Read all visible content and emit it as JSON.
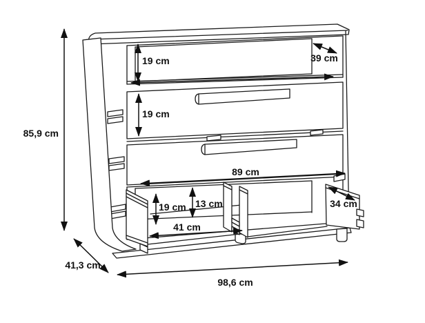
{
  "diagram": {
    "type": "furniture-dimension-drawing",
    "subject": "chest-of-drawers with open shelf, two closed drawers and two open bottom drawers",
    "unit": "cm",
    "colors": {
      "background": "#ffffff",
      "line": "#1a1a1a",
      "text": "#111111"
    },
    "labels": {
      "overall_height": "85,9 cm",
      "overall_depth": "41,3 cm",
      "overall_width": "98,6 cm",
      "niche_height": "19 cm",
      "niche_depth": "39 cm",
      "top_drawer_front_height": "19 cm",
      "interior_width": "89 cm",
      "bottom_drawer_front_height": "19 cm",
      "bottom_inner_height": "13 cm",
      "bottom_left_drawer_width": "41 cm",
      "bottom_right_drawer_width": "34 cm"
    }
  }
}
